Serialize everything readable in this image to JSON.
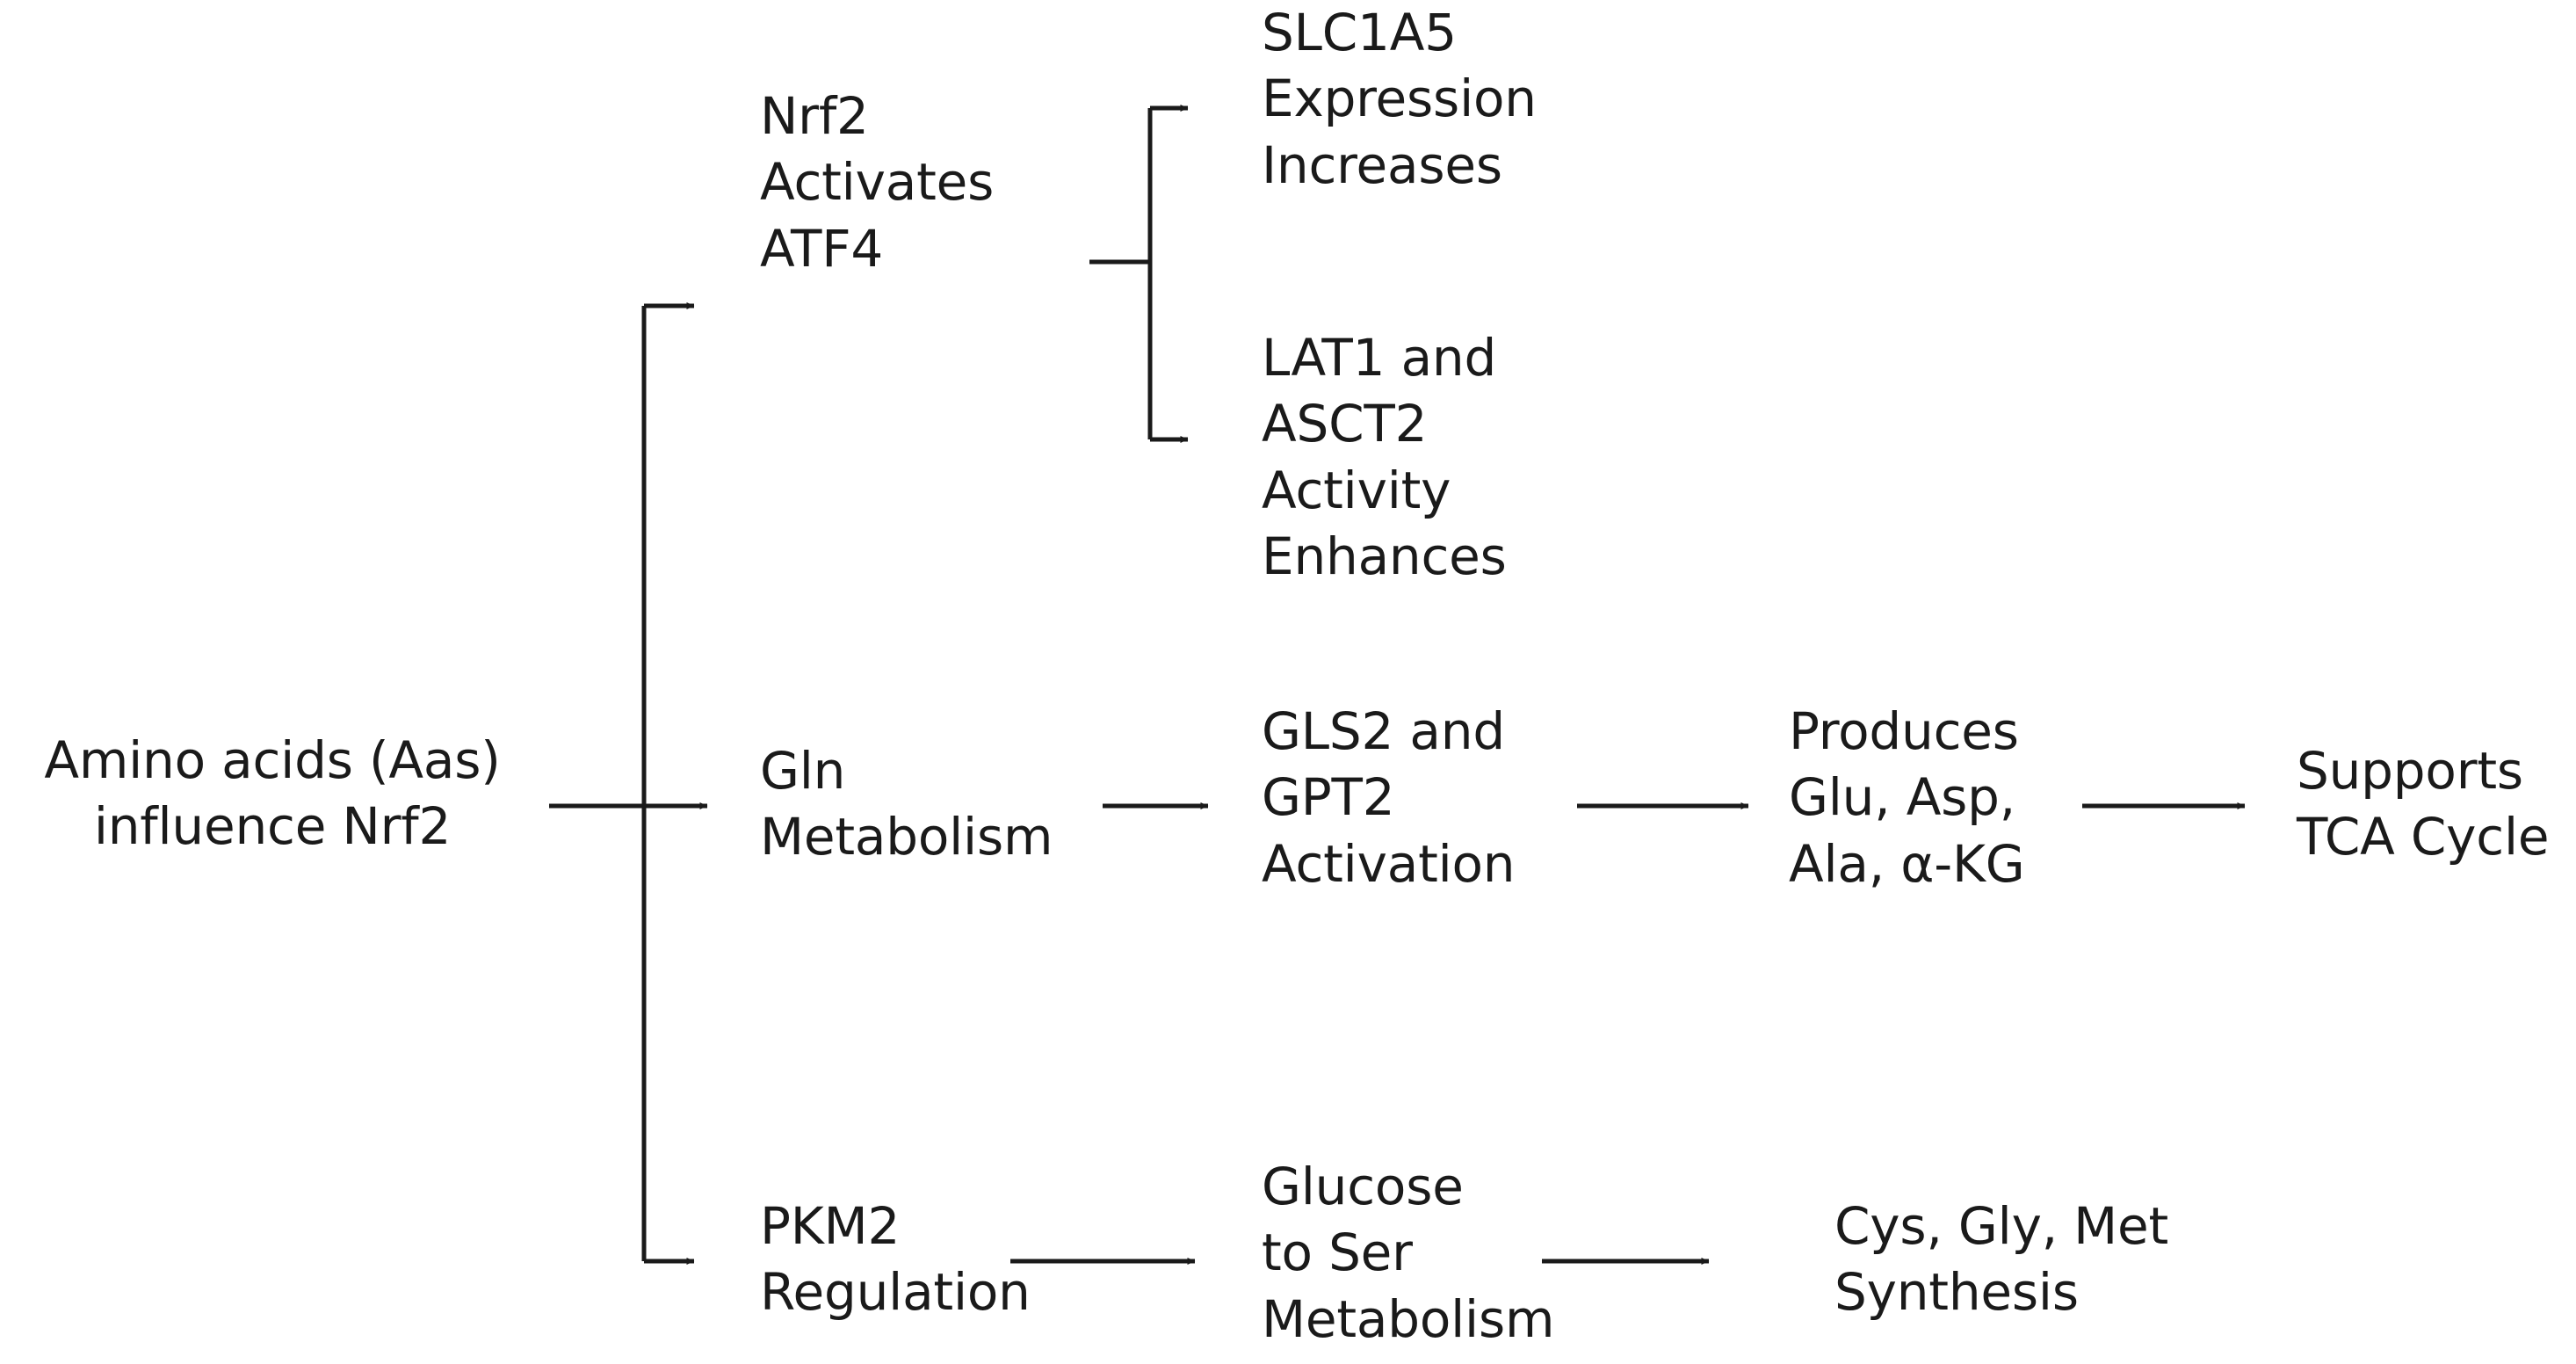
{
  "figure": {
    "type": "flowchart",
    "orientation": "left-to-right",
    "background_color": "#ffffff",
    "line_color": "#1a1a1a",
    "text_color": "#1a1a1a"
  },
  "nodes": {
    "source": {
      "id": "amino-acids-influence-nrf2",
      "label": "Amino acids (Aas)\ninfluence Nrf2",
      "lines": [
        "Amino acids (Aas)",
        "influence Nrf2"
      ]
    },
    "branch_nrf2_atf4": {
      "id": "nrf2-activates-atf4",
      "label": "Nrf2\nActivates\nATF4",
      "lines": [
        "Nrf2",
        "Activates",
        "ATF4"
      ]
    },
    "slc1a5": {
      "id": "slc1a5-expression-increases",
      "label": "SLC1A5\nExpression\nIncreases",
      "lines": [
        "SLC1A5",
        "Expression",
        "Increases"
      ]
    },
    "lat1_asct2": {
      "id": "lat1-asct2-activity-enhances",
      "label": "LAT1 and\nASCT2\nActivity\nEnhances",
      "lines": [
        "LAT1 and",
        "ASCT2",
        "Activity",
        "Enhances"
      ]
    },
    "gln_metabolism": {
      "id": "gln-metabolism",
      "label": "Gln\nMetabolism",
      "lines": [
        "Gln",
        "Metabolism"
      ]
    },
    "gls2_gpt2": {
      "id": "gls2-gpt2-activation",
      "label": "GLS2 and\nGPT2\nActivation",
      "lines": [
        "GLS2 and",
        "GPT2",
        "Activation"
      ]
    },
    "produces_metabolites": {
      "id": "produces-glu-asp-ala-akg",
      "label": "Produces\nGlu, Asp,\nAla, α-KG",
      "lines": [
        "Produces",
        "Glu, Asp,",
        "Ala, α-KG"
      ]
    },
    "tca_cycle": {
      "id": "supports-tca-cycle",
      "label": "Supports\nTCA Cycle",
      "lines": [
        "Supports",
        "TCA Cycle"
      ]
    },
    "pkm2": {
      "id": "pkm2-regulation",
      "label": "PKM2\nRegulation",
      "lines": [
        "PKM2",
        "Regulation"
      ]
    },
    "glucose_ser": {
      "id": "glucose-to-ser-metabolism",
      "label": "Glucose\nto Ser\nMetabolism",
      "lines": [
        "Glucose",
        "to Ser",
        "Metabolism"
      ]
    },
    "cys_gly_met": {
      "id": "cys-gly-met-synthesis",
      "label": "Cys, Gly, Met\nSynthesis",
      "lines": [
        "Cys, Gly, Met",
        "Synthesis"
      ]
    }
  },
  "edges": [
    {
      "from": "amino-acids-influence-nrf2",
      "to": "trunk",
      "kind": "line"
    },
    {
      "from": "trunk",
      "to": "nrf2-activates-atf4",
      "kind": "elbow-arrow"
    },
    {
      "from": "trunk",
      "to": "gln-metabolism",
      "kind": "arrow"
    },
    {
      "from": "trunk",
      "to": "pkm2-regulation",
      "kind": "elbow-arrow"
    },
    {
      "from": "nrf2-activates-atf4",
      "to": "slc1a5-expression-increases",
      "kind": "elbow-arrow"
    },
    {
      "from": "nrf2-activates-atf4",
      "to": "lat1-asct2-activity-enhances",
      "kind": "elbow-arrow"
    },
    {
      "from": "gln-metabolism",
      "to": "gls2-gpt2-activation",
      "kind": "arrow"
    },
    {
      "from": "gls2-gpt2-activation",
      "to": "produces-glu-asp-ala-akg",
      "kind": "arrow"
    },
    {
      "from": "produces-glu-asp-ala-akg",
      "to": "supports-tca-cycle",
      "kind": "arrow"
    },
    {
      "from": "pkm2-regulation",
      "to": "glucose-to-ser-metabolism",
      "kind": "arrow"
    },
    {
      "from": "glucose-to-ser-metabolism",
      "to": "cys-gly-met-synthesis",
      "kind": "arrow"
    }
  ]
}
